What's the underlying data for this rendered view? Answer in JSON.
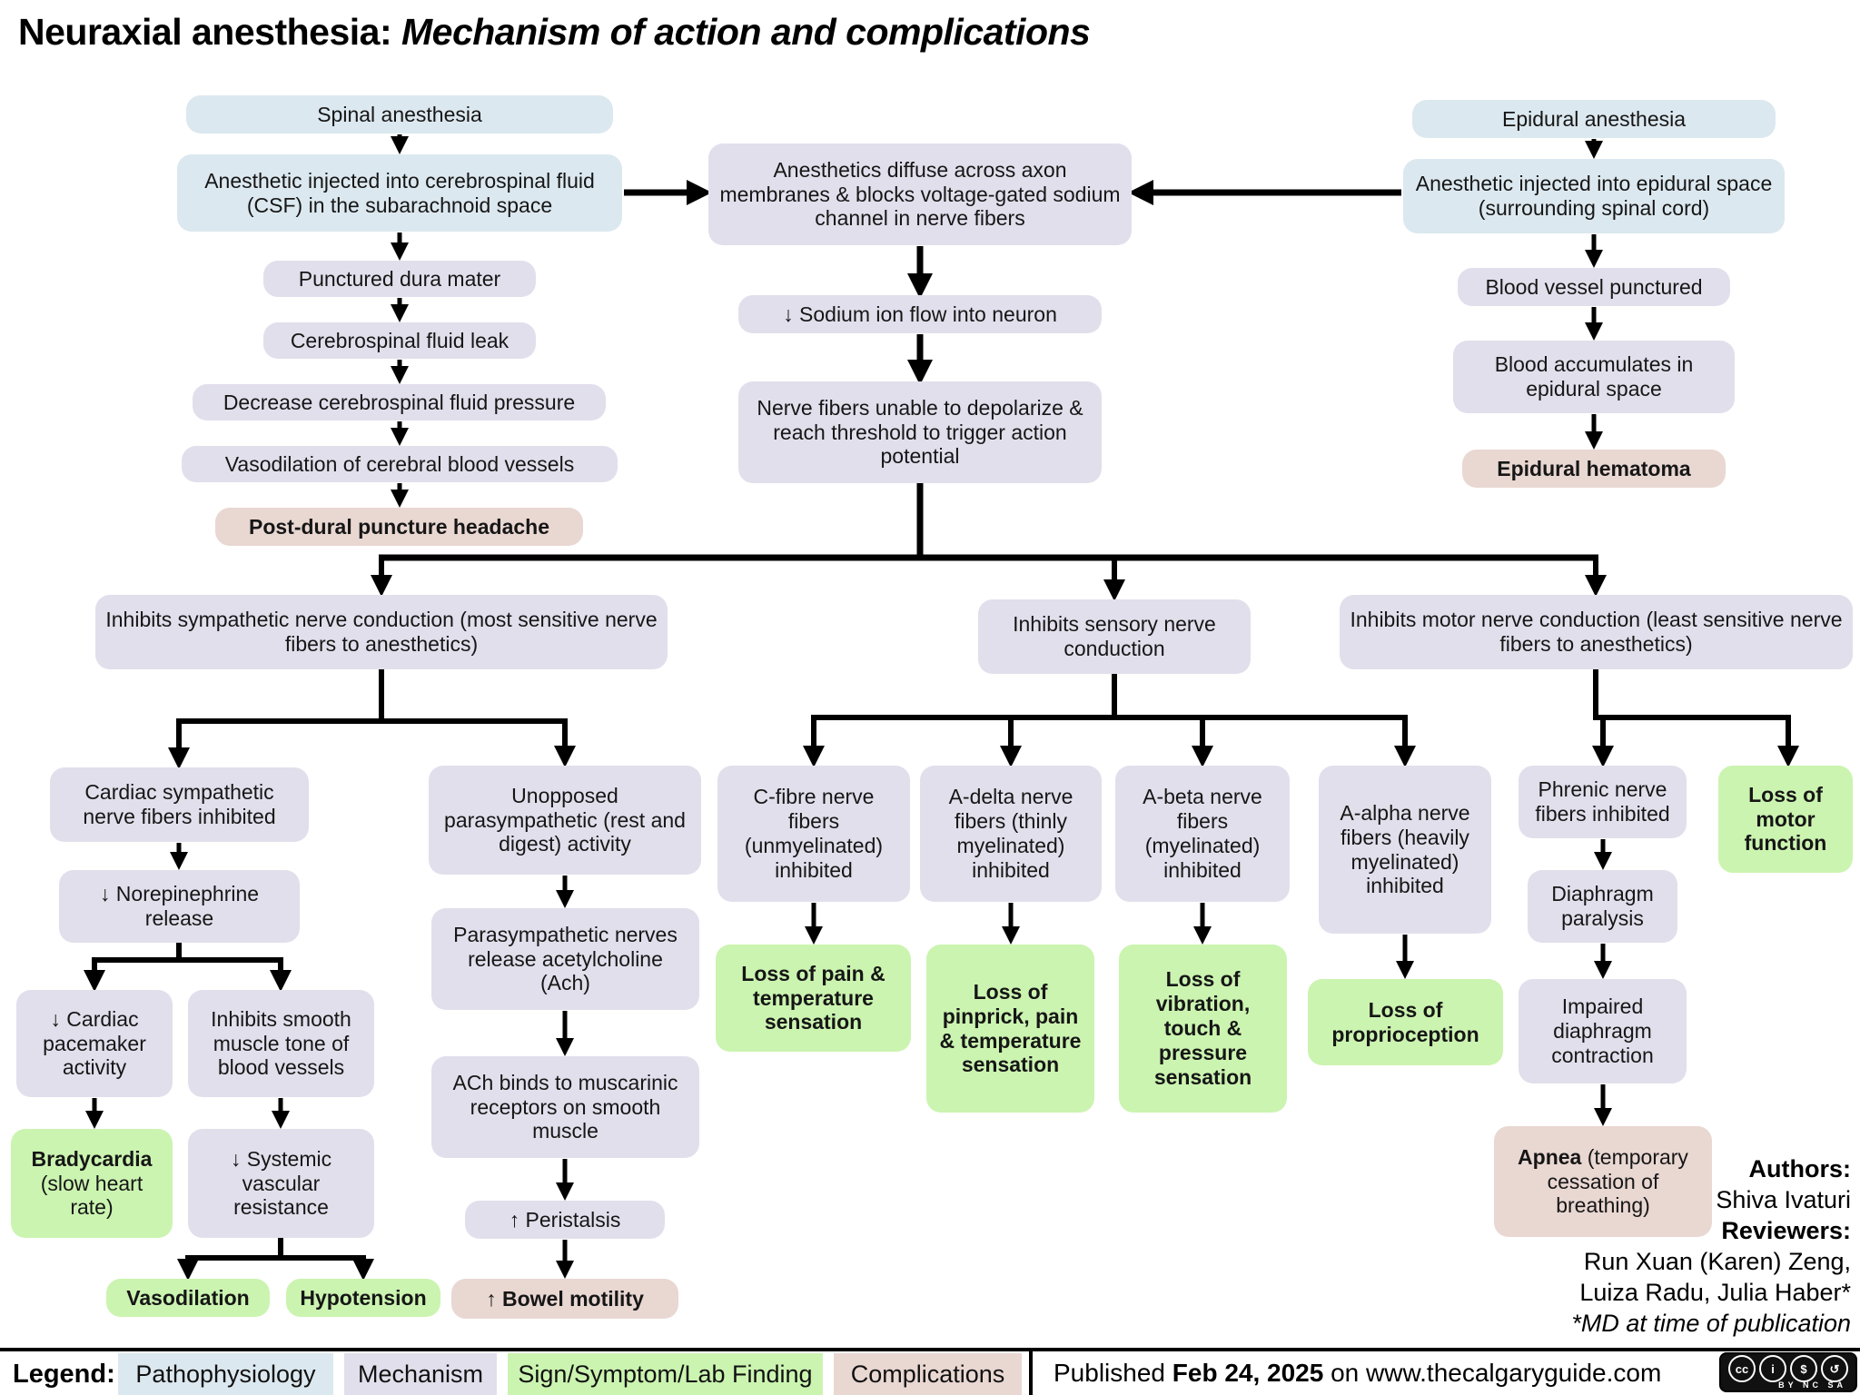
{
  "title": {
    "prefix": "Neuraxial anesthesia: ",
    "emphasis": "Mechanism of action and complications"
  },
  "colors": {
    "pathophysiology": "#dce8ef",
    "mechanism": "#e2dfec",
    "finding": "#cbf4b0",
    "complication": "#e9d7d2"
  },
  "nodes": {
    "spinal": {
      "kind": "pathophysiology",
      "text": "Spinal anesthesia"
    },
    "csf_inject": {
      "kind": "pathophysiology",
      "text": "Anesthetic injected into cerebrospinal fluid (CSF) in the subarachnoid space"
    },
    "punctured": {
      "kind": "mechanism",
      "text": "Punctured dura mater"
    },
    "csf_leak": {
      "kind": "mechanism",
      "text": "Cerebrospinal fluid leak"
    },
    "dec_pressure": {
      "kind": "mechanism",
      "text": "Decrease cerebrospinal fluid pressure"
    },
    "vaso_cerebral": {
      "kind": "mechanism",
      "text": "Vasodilation of cerebral blood vessels"
    },
    "pdph": {
      "kind": "complication",
      "text": "Post-dural puncture headache"
    },
    "diffuse": {
      "kind": "mechanism",
      "text": "Anesthetics diffuse across axon membranes & blocks voltage-gated sodium channel in nerve fibers"
    },
    "sodium": {
      "kind": "mechanism",
      "text": "↓ Sodium ion flow into neuron"
    },
    "nerve_unable": {
      "kind": "mechanism",
      "text": "Nerve fibers unable to depolarize & reach threshold to trigger action potential"
    },
    "epidural": {
      "kind": "pathophysiology",
      "text": "Epidural anesthesia"
    },
    "epi_inject": {
      "kind": "pathophysiology",
      "text": "Anesthetic injected into epidural space (surrounding spinal cord)"
    },
    "vessel_punct": {
      "kind": "mechanism",
      "text": "Blood vessel punctured"
    },
    "blood_accum": {
      "kind": "mechanism",
      "text": "Blood accumulates in epidural space"
    },
    "epi_hematoma": {
      "kind": "complication",
      "text": "Epidural hematoma"
    },
    "symp": {
      "kind": "mechanism",
      "text": "Inhibits sympathetic nerve conduction (most sensitive nerve fibers to anesthetics)"
    },
    "sens": {
      "kind": "mechanism",
      "text": "Inhibits sensory nerve conduction"
    },
    "motor": {
      "kind": "mechanism",
      "text": "Inhibits motor nerve conduction (least sensitive nerve fibers to anesthetics)"
    },
    "cardiac_symp": {
      "kind": "mechanism",
      "text": "Cardiac sympathetic nerve fibers inhibited"
    },
    "unopposed": {
      "kind": "mechanism",
      "text": "Unopposed parasympathetic (rest and digest) activity"
    },
    "norepi": {
      "kind": "mechanism",
      "text": "↓ Norepinephrine release"
    },
    "pacemaker": {
      "kind": "mechanism",
      "text": "↓ Cardiac pacemaker activity"
    },
    "smooth_muscle": {
      "kind": "mechanism",
      "text": "Inhibits smooth muscle tone of blood vessels"
    },
    "bradycardia": {
      "kind": "finding",
      "lead": "Bradycardia",
      "rest": " (slow heart rate)"
    },
    "svr": {
      "kind": "mechanism",
      "text": "↓ Systemic vascular resistance"
    },
    "vasodilation": {
      "kind": "finding",
      "text": "Vasodilation"
    },
    "hypotension": {
      "kind": "finding",
      "text": "Hypotension"
    },
    "parasym_ach": {
      "kind": "mechanism",
      "text": "Parasympathetic nerves release acetylcholine (Ach)"
    },
    "ach_binds": {
      "kind": "mechanism",
      "text": "ACh binds to muscarinic receptors on smooth muscle"
    },
    "peristalsis": {
      "kind": "mechanism",
      "text": "↑ Peristalsis"
    },
    "bowel": {
      "kind": "complication",
      "text": "↑ Bowel motility"
    },
    "cfibre": {
      "kind": "mechanism",
      "text": "C-fibre nerve fibers (unmyelinated) inhibited"
    },
    "loss_pain": {
      "kind": "finding",
      "text": "Loss of pain & temperature sensation"
    },
    "adelta": {
      "kind": "mechanism",
      "text": "A-delta nerve fibers (thinly myelinated) inhibited"
    },
    "loss_pinprick": {
      "kind": "finding",
      "text": "Loss of pinprick, pain & temperature sensation"
    },
    "abeta": {
      "kind": "mechanism",
      "text": "A-beta nerve fibers (myelinated) inhibited"
    },
    "loss_vibration": {
      "kind": "finding",
      "text": "Loss of vibration, touch & pressure sensation"
    },
    "aalpha": {
      "kind": "mechanism",
      "text": "A-alpha nerve fibers (heavily myelinated) inhibited"
    },
    "loss_proprio": {
      "kind": "finding",
      "text": "Loss of proprioception"
    },
    "phrenic": {
      "kind": "mechanism",
      "text": "Phrenic nerve fibers inhibited"
    },
    "diaphragm_paralysis": {
      "kind": "mechanism",
      "text": "Diaphragm paralysis"
    },
    "impaired_diaphragm": {
      "kind": "mechanism",
      "text": "Impaired diaphragm contraction"
    },
    "apnea": {
      "kind": "complication",
      "lead": "Apnea",
      "rest": " (temporary cessation of breathing)"
    },
    "loss_motor": {
      "kind": "finding",
      "text": "Loss of motor function"
    }
  },
  "credits": {
    "authors_label": "Authors:",
    "authors": "Shiva Ivaturi",
    "reviewers_label": "Reviewers:",
    "reviewers_line1": "Run Xuan (Karen) Zeng,",
    "reviewers_line2": "Luiza Radu, Julia Haber*",
    "note": "*MD at time of publication"
  },
  "legend": {
    "label": "Legend:",
    "items": [
      {
        "label": "Pathophysiology",
        "kind": "pathophysiology"
      },
      {
        "label": "Mechanism",
        "kind": "mechanism"
      },
      {
        "label": "Sign/Symptom/Lab Finding",
        "kind": "finding"
      },
      {
        "label": "Complications",
        "kind": "complication"
      }
    ]
  },
  "footer": {
    "published_prefix": "Published ",
    "published_date": "Feb 24, 2025",
    "published_suffix": " on www.thecalgaryguide.com",
    "license": {
      "icons": [
        {
          "name": "cc",
          "glyph": "cc"
        },
        {
          "name": "by",
          "glyph": "i"
        },
        {
          "name": "nc",
          "glyph": "$"
        },
        {
          "name": "sa",
          "glyph": "↺"
        }
      ],
      "caption": "BY NC SA"
    }
  }
}
